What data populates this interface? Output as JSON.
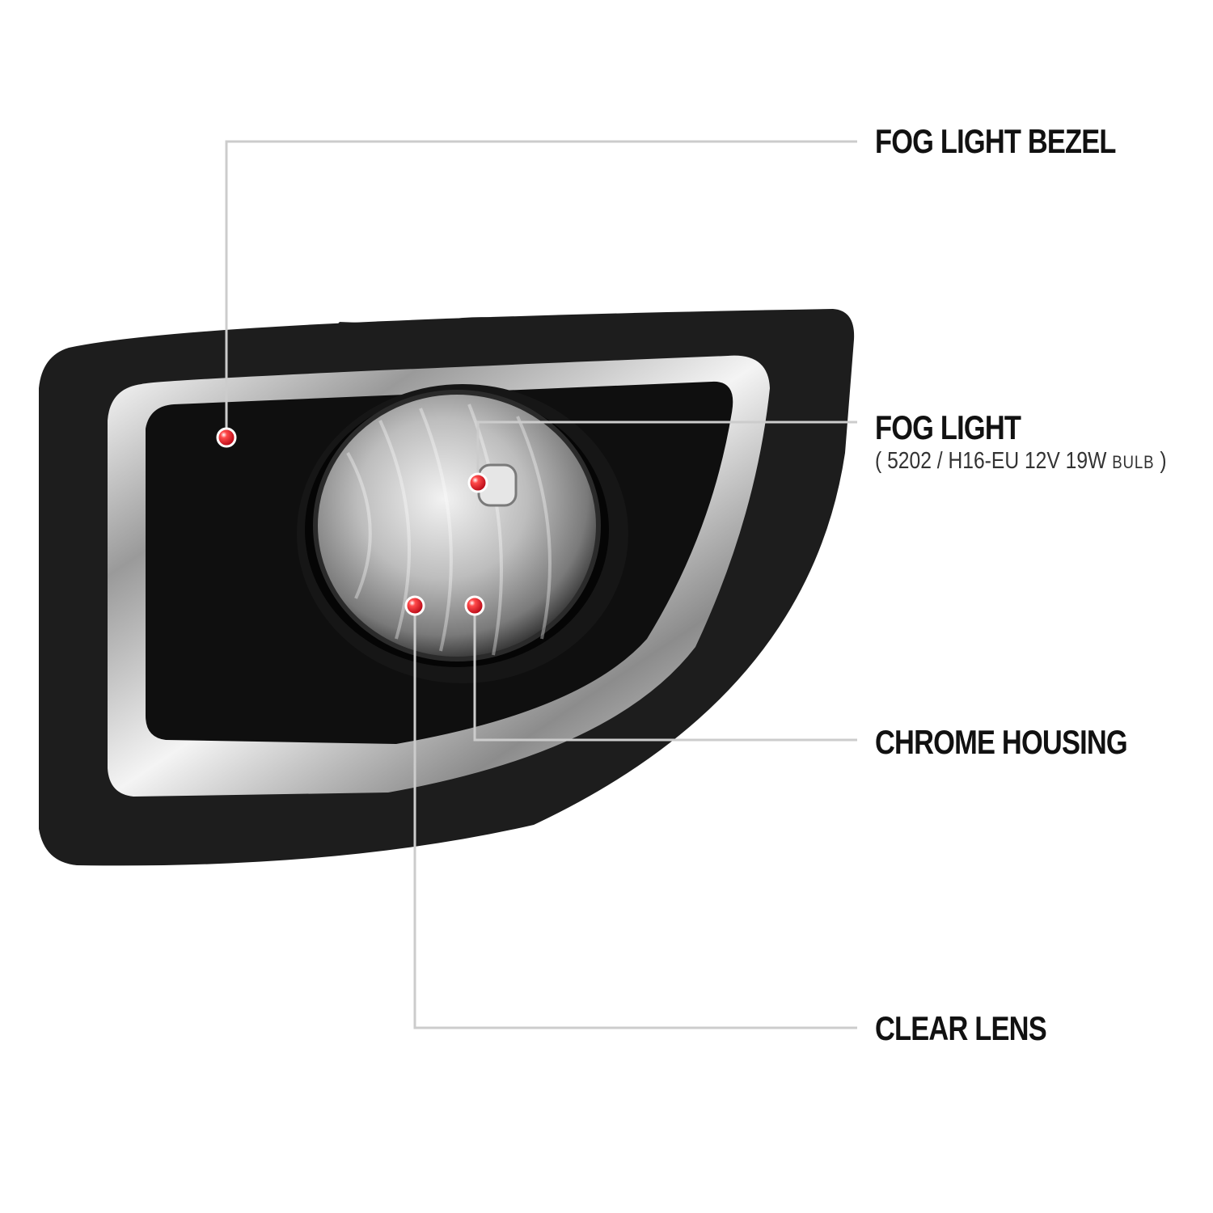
{
  "callouts": {
    "bezel": {
      "title": "FOG LIGHT BEZEL"
    },
    "fog_light": {
      "title": "FOG LIGHT",
      "spec": "5202 / H16-EU 12V 19W",
      "spec_suffix": "BULB",
      "open_paren": "(",
      "close_paren": ")"
    },
    "housing": {
      "title": "CHROME HOUSING"
    },
    "lens": {
      "title": "CLEAR LENS"
    }
  },
  "colors": {
    "marker": "#e0101a",
    "leader_line": "#cccccc",
    "bezel": "#1c1c1c",
    "chrome": "#d9d9d9"
  }
}
